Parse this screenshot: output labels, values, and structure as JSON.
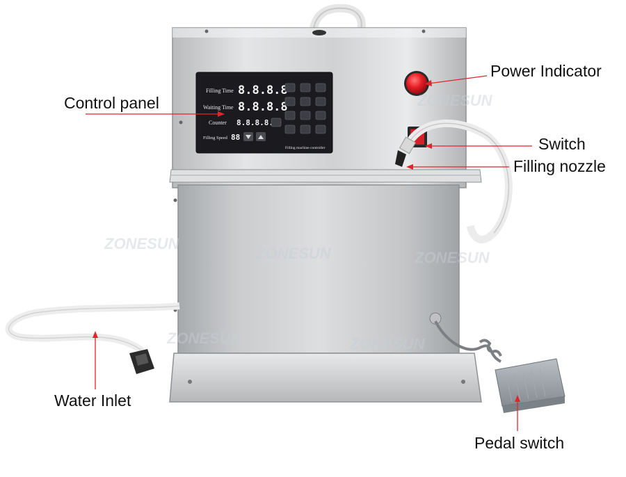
{
  "labels": {
    "control_panel": "Control panel",
    "power_indicator": "Power Indicator",
    "switch": "Switch",
    "filling_nozzle": "Filling nozzle",
    "water_inlet": "Water Inlet",
    "pedal_switch": "Pedal switch"
  },
  "panel": {
    "filling_time": "Filling Time",
    "waiting_time": "Waiting Time",
    "counter": "Counter",
    "filling_speed": "Filling Speed",
    "digits_filling": "8.8.8.8",
    "digits_waiting": "8.8.8.8",
    "digits_counter": "8.8.8.8.8",
    "digits_speed": "88",
    "footer": "Filling machine controller"
  },
  "watermark": "ZONESUN",
  "colors": {
    "arrow": "#e0262b",
    "steel_light": "#d9dadb",
    "steel_dark": "#9fa2a5",
    "panel_bg": "#1b1b1f",
    "indicator": "#e81c24",
    "pedal": "#9aa1a6"
  },
  "icons": [
    "power-indicator-light",
    "rocker-switch",
    "filling-nozzle",
    "foot-pedal"
  ]
}
